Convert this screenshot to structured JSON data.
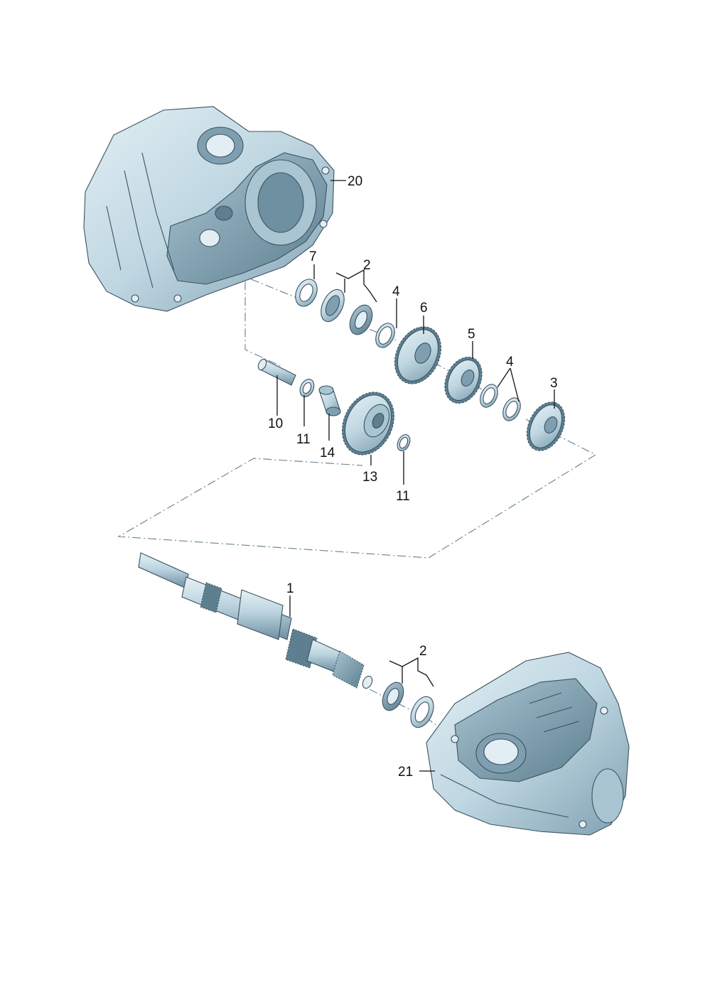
{
  "callouts": {
    "p1": "1",
    "p2a": "2",
    "p2b": "2",
    "p3": "3",
    "p4a": "4",
    "p4b": "4",
    "p5": "5",
    "p6": "6",
    "p7": "7",
    "p10": "10",
    "p11a": "11",
    "p11b": "11",
    "p13": "13",
    "p14": "14",
    "p20": "20",
    "p21": "21"
  },
  "colors": {
    "part_fill": "#bfd7e2",
    "part_shade": "#8fb0c0",
    "part_dark": "#5d7f90",
    "outline": "#3b5260",
    "dash_line": "#6f8a99",
    "text": "#111111"
  }
}
